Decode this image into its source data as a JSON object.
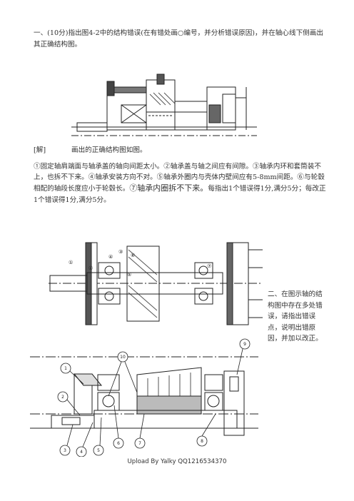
{
  "q1": {
    "text": "一、(10分)指出图4-2中的结构错误(在有错处画○编号，并分析错误原因)，并在轴心线下侧画出其正确结构图。"
  },
  "answer": {
    "tag": "[解]",
    "line": "画出的正确结构图如图。"
  },
  "explanation": {
    "part1": "①固定轴肩端面与轴承盖的轴向间距太小。②轴承盖与轴之间应有间隙。③轴承内环和套筒装不上，也拆不下来。④轴承安装方向不对。⑤轴承外圈内与壳体内壁间应有5-8mm间距。⑥与轮毂相配的轴段长度应小于轮毂长。",
    "part2": "⑦轴承内圈拆不下来。",
    "part3": "每指出1个错误得1分,满分5分；每改正1个错误得1分,满分5分。"
  },
  "fig2_labels": [
    "①",
    "②",
    "③",
    "④",
    "⑤",
    "⑥",
    "⑦"
  ],
  "q2": {
    "text": "二、在图示轴的结构图中存在多处错误，请指出错误点，说明出错原因，并加以改正。"
  },
  "fig3_labels": [
    "1",
    "2",
    "3",
    "4",
    "5",
    "6",
    "7",
    "8",
    "9",
    "10"
  ],
  "footer": "Upload By Yalky QQ1216534370"
}
